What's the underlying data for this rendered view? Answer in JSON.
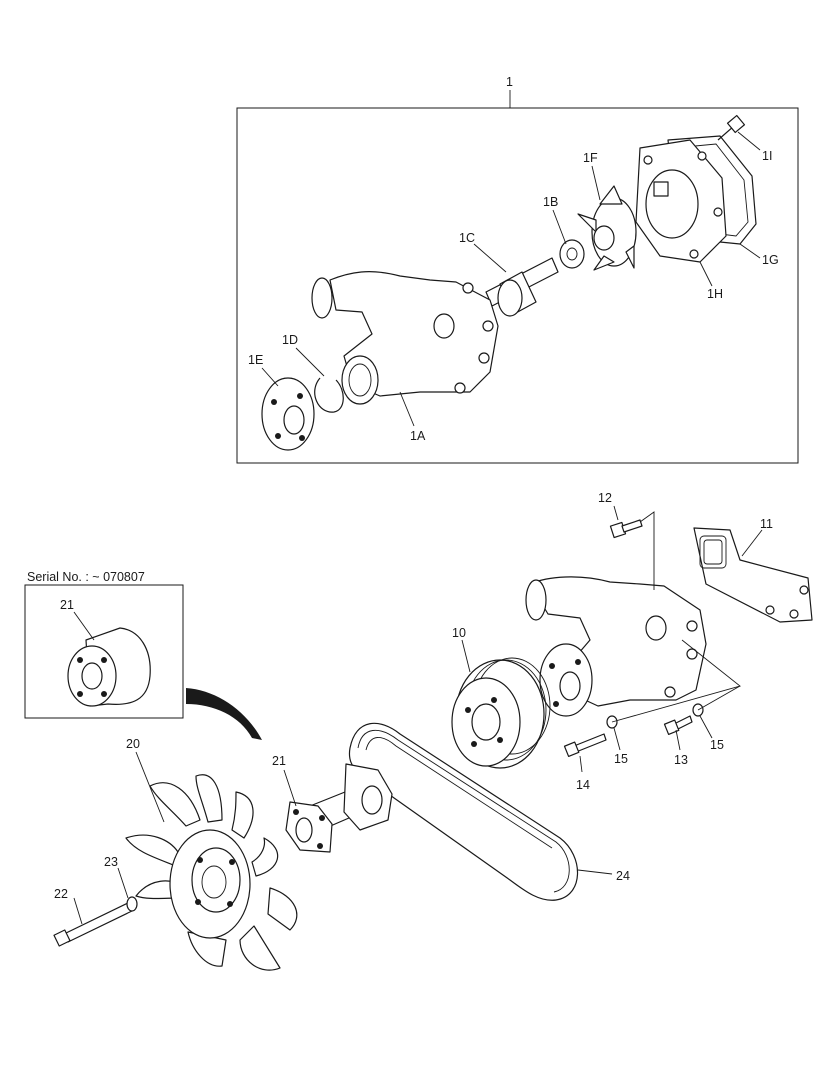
{
  "labels": {
    "l1": "1",
    "l1a": "1A",
    "l1b": "1B",
    "l1c": "1C",
    "l1d": "1D",
    "l1e": "1E",
    "l1f": "1F",
    "l1g": "1G",
    "l1h": "1H",
    "l1i": "1I",
    "l10": "10",
    "l11": "11",
    "l12": "12",
    "l13": "13",
    "l14": "14",
    "l15a": "15",
    "l15b": "15",
    "l20": "20",
    "l21a": "21",
    "l21b": "21",
    "l22": "22",
    "l23": "23",
    "l24": "24"
  },
  "serial_note": "Serial No. : ~ 070807"
}
